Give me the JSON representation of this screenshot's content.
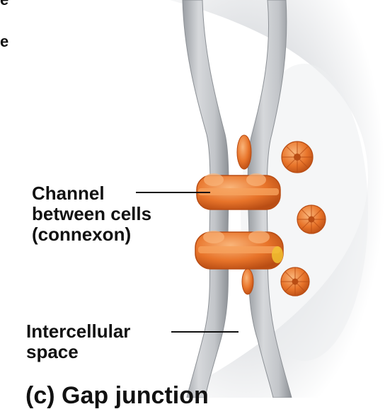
{
  "labels": {
    "channel_line1": "Channel",
    "channel_line2": "between cells",
    "channel_line3": "(connexon)",
    "intercellular_line1": "Intercellular",
    "intercellular_line2": "space",
    "top_fragment_1": "e",
    "top_fragment_2": "e",
    "caption": "(c) Gap junction"
  },
  "colors": {
    "background": "#ffffff",
    "membrane": "#b9bcc0",
    "membrane_shadow": "#8f9398",
    "connexon": "#e8742a",
    "connexon_light": "#f6a15c",
    "connexon_dark": "#b94d14",
    "cell_halo": "#e6e8ea",
    "text": "#111111"
  }
}
